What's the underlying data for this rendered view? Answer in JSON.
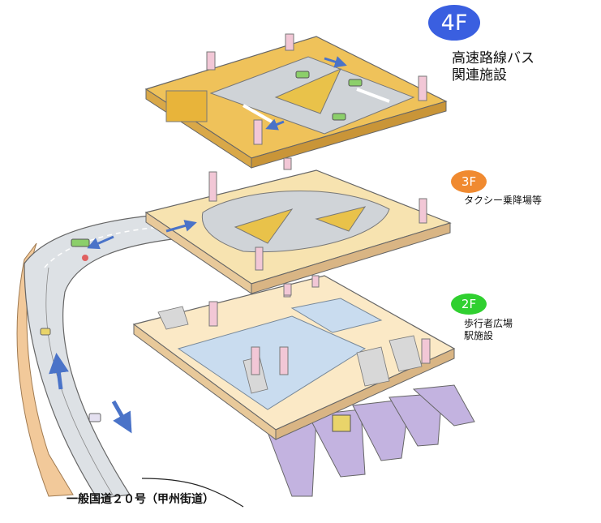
{
  "floors": {
    "f4": {
      "badge": "4F",
      "color": "#3a5fe0",
      "lines": [
        "高速路線バス",
        "関連施設"
      ]
    },
    "f3": {
      "badge": "3F",
      "color": "#f08a30",
      "lines": [
        "タクシー乗降場等"
      ]
    },
    "f2": {
      "badge": "2F",
      "color": "#30d030",
      "lines": [
        "歩行者広場",
        "駅施設"
      ]
    }
  },
  "road_label": "一般国道２０号（甲州街道）",
  "colors": {
    "deck_4f": "#efc25a",
    "deck_3f": "#f7e3b0",
    "deck_2f": "#fbe9c6",
    "road": "#d8dde2",
    "station_area": "#c9dcef",
    "platform": "#c3b3e0",
    "column": "#f2c7d6"
  }
}
